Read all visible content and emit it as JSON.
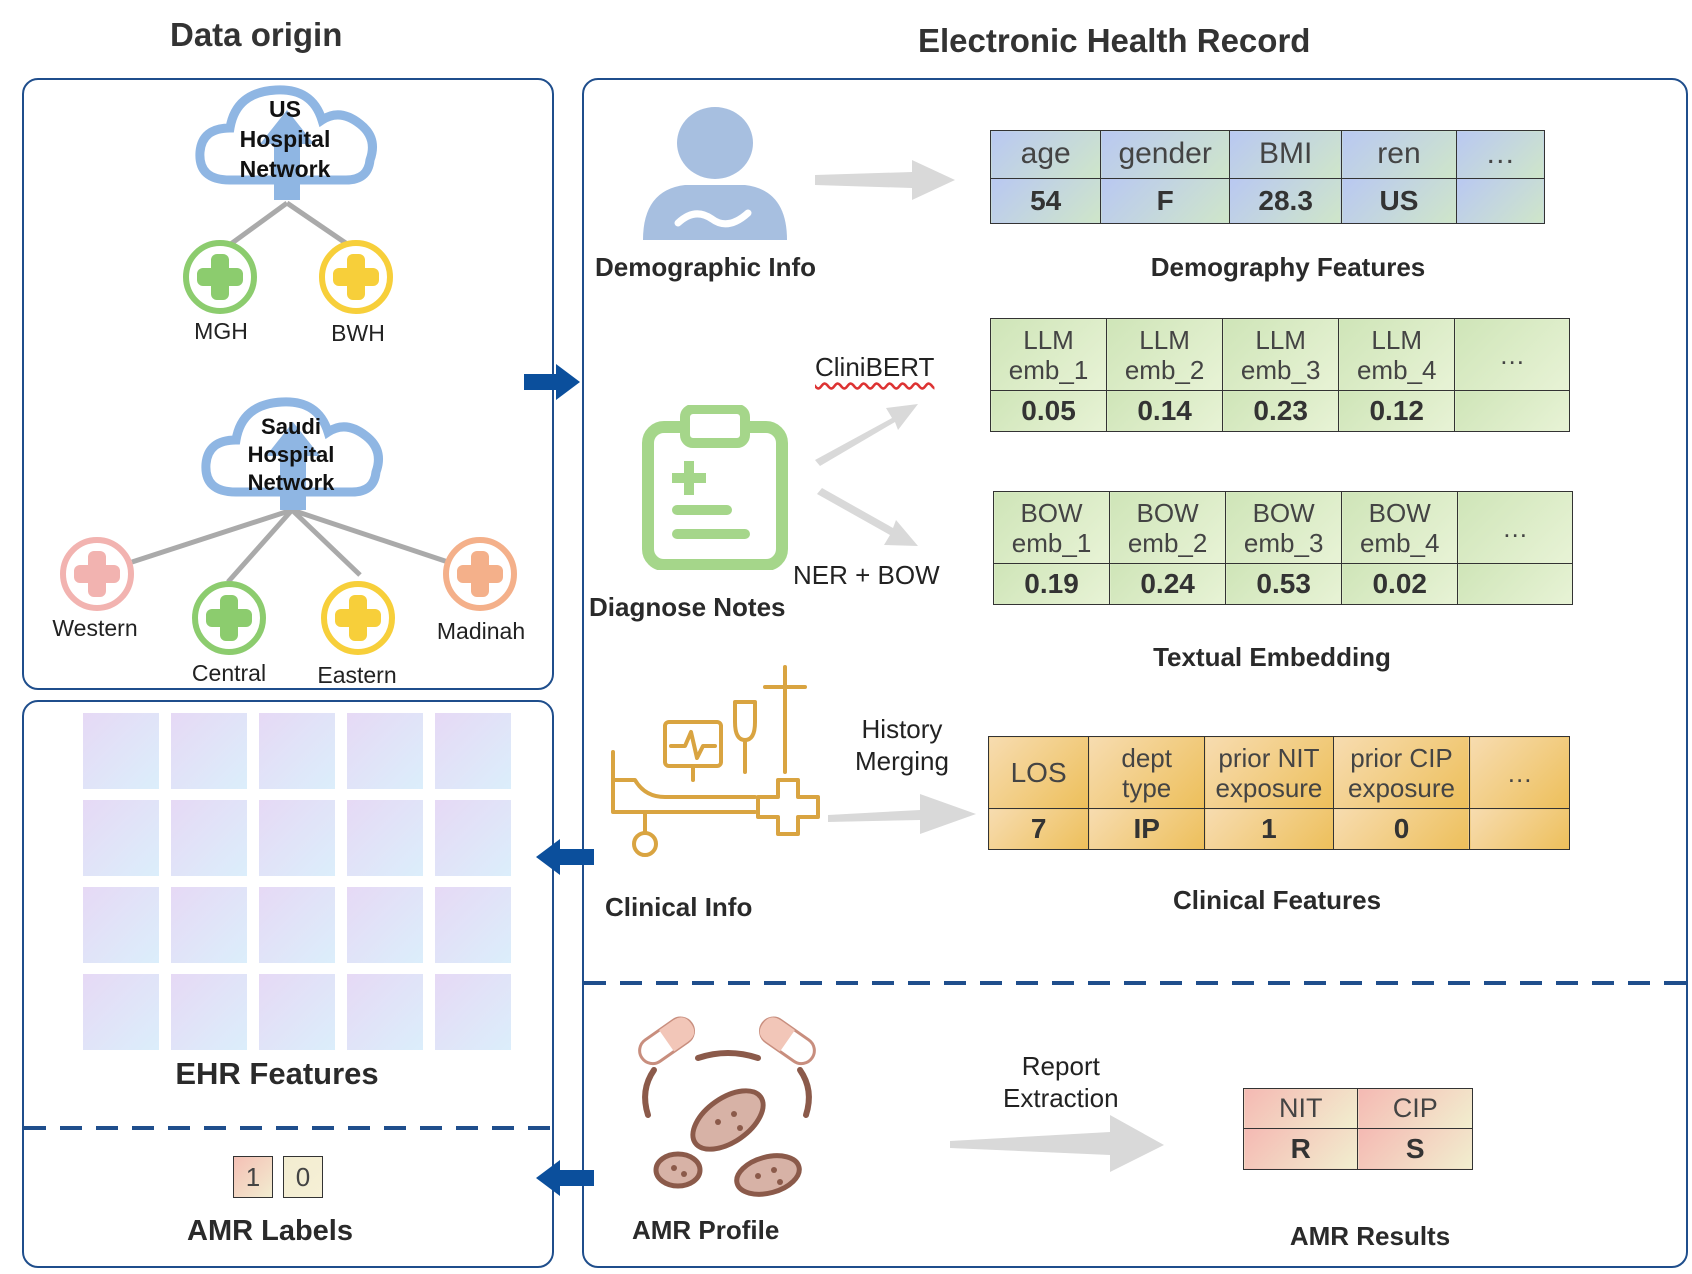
{
  "headings": {
    "data_origin": "Data origin",
    "ehr": "Electronic Health Record"
  },
  "us_network": {
    "title_lines": [
      "US",
      "Hospital",
      "Network"
    ],
    "hospitals": [
      "MGH",
      "BWH"
    ]
  },
  "saudi_network": {
    "title_lines": [
      "Saudi",
      "Hospital",
      "Network"
    ],
    "hospitals": [
      "Western",
      "Central",
      "Eastern",
      "Madinah"
    ]
  },
  "ehr_features_label": "EHR Features",
  "amr_labels": {
    "label": "AMR Labels",
    "values": [
      "1",
      "0"
    ]
  },
  "demographic": {
    "source_label": "Demographic Info",
    "table_title": "Demography Features",
    "headers": [
      "age",
      "gender",
      "BMI",
      "ren",
      "…"
    ],
    "values": [
      "54",
      "F",
      "28.3",
      "US",
      ""
    ]
  },
  "notes": {
    "source_label": "Diagnose Notes",
    "clinibert_label": "CliniBERT",
    "ner_label": "NER + BOW",
    "llm_headers": [
      [
        "LLM",
        "emb_1"
      ],
      [
        "LLM",
        "emb_2"
      ],
      [
        "LLM",
        "emb_3"
      ],
      [
        "LLM",
        "emb_4"
      ],
      [
        "…"
      ]
    ],
    "llm_values": [
      "0.05",
      "0.14",
      "0.23",
      "0.12",
      ""
    ],
    "bow_headers": [
      [
        "BOW",
        "emb_1"
      ],
      [
        "BOW",
        "emb_2"
      ],
      [
        "BOW",
        "emb_3"
      ],
      [
        "BOW",
        "emb_4"
      ],
      [
        "…"
      ]
    ],
    "bow_values": [
      "0.19",
      "0.24",
      "0.53",
      "0.02",
      ""
    ],
    "table_title": "Textual Embedding"
  },
  "clinical": {
    "source_label": "Clinical Info",
    "merge_label_lines": [
      "History",
      "Merging"
    ],
    "headers": [
      [
        "LOS"
      ],
      [
        "dept",
        "type"
      ],
      [
        "prior NIT",
        "exposure"
      ],
      [
        "prior CIP",
        "exposure"
      ],
      [
        "…"
      ]
    ],
    "values": [
      "7",
      "IP",
      "1",
      "0",
      ""
    ],
    "table_title": "Clinical Features"
  },
  "amr": {
    "source_label": "AMR Profile",
    "extract_label_lines": [
      "Report",
      "Extraction"
    ],
    "headers": [
      "NIT",
      "CIP"
    ],
    "values": [
      "R",
      "S"
    ],
    "table_title": "AMR Results"
  },
  "colors": {
    "panel_border": "#1f4e8c",
    "arrow_blue": "#0b4f9c",
    "cloud_blue": "#8fb6e3",
    "green_plus": "#8ccc6e",
    "yellow_plus": "#f7cf3a",
    "pink_plus": "#f2b3b0",
    "orange_plus": "#f4b08a",
    "person_blue": "#a7bfe0",
    "gold": "#d9a441",
    "bacteria_brown": "#8b5a4a"
  },
  "icons": [
    "cloud-upload-icon",
    "hospital-plus-icon",
    "person-icon",
    "clipboard-icon",
    "hospital-bed-icon",
    "bacteria-pills-icon",
    "right-arrow-icon",
    "left-arrow-icon"
  ]
}
